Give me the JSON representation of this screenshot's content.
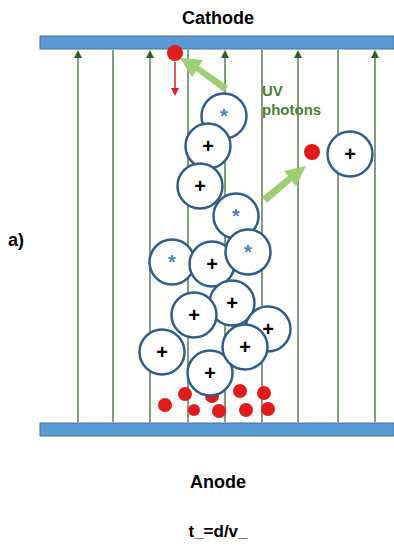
{
  "diagram": {
    "nodes": [
      {
        "text": [
          "*"
        ]
      },
      {
        "text": [
          "+"
        ]
      },
      {
        "text": [
          "+"
        ]
      },
      {
        "text": [
          "*"
        ]
      },
      {
        "text": [
          "+"
        ]
      },
      {
        "text": [
          "*"
        ]
      },
      {
        "text": [
          "+"
        ]
      },
      {
        "text": [
          "*"
        ]
      },
      {
        "text": [
          "+"
        ]
      },
      {
        "text": [
          "+"
        ]
      },
      {
        "text": [
          "+"
        ]
      },
      {
        "text": [
          "+"
        ]
      },
      {
        "text": [
          "+"
        ]
      },
      {
        "text": [
          "+"
        ]
      }
    ],
    "labels": [
      "Cathode",
      "UV photons",
      "a)",
      "Anode",
      "t_=d/v_"
    ]
  }
}
